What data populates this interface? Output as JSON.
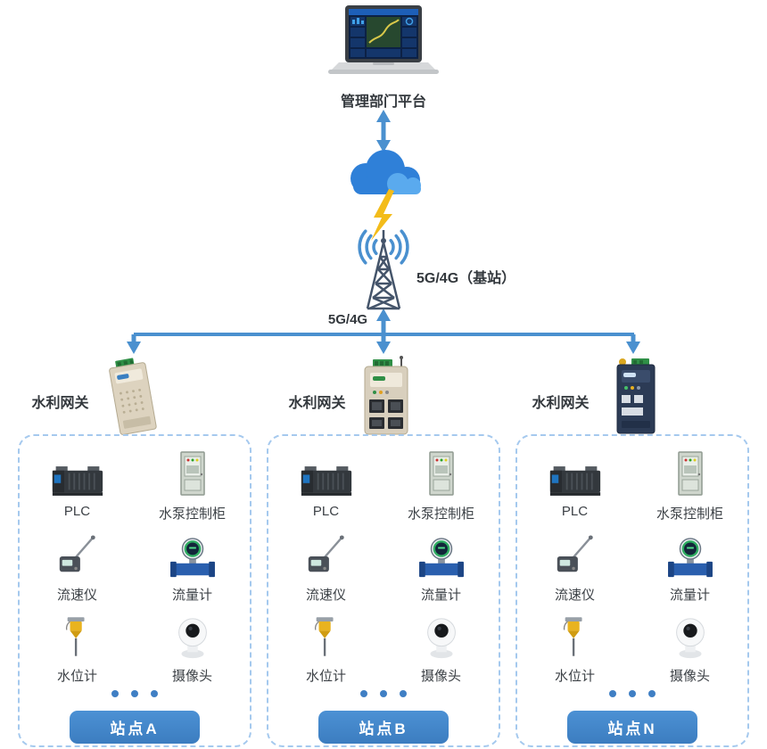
{
  "colors": {
    "accent_blue": "#4a90cf",
    "button_blue": "#4285c8",
    "dashed_border": "#a5c9ee",
    "dot_blue": "#3f7fc4",
    "text_dark": "#33383d"
  },
  "platform": {
    "label": "管理部门平台",
    "icon": "laptop-dashboard-icon"
  },
  "network": {
    "cloud_icon": "cloud-icon",
    "lightning_icon": "lightning-bolt-icon",
    "tower_icon": "cell-tower-icon",
    "base_station_label": "5G/4G（基站）",
    "link_label": "5G/4G"
  },
  "gateways": [
    {
      "label": "水利网关",
      "icon": "gateway-device-icon"
    },
    {
      "label": "水利网关",
      "icon": "gateway-device-icon"
    },
    {
      "label": "水利网关",
      "icon": "gateway-device-icon"
    }
  ],
  "sites": [
    {
      "name": "站点A",
      "devices": [
        {
          "label": "PLC",
          "icon": "plc-icon"
        },
        {
          "label": "水泵控制柜",
          "icon": "pump-control-cabinet-icon"
        },
        {
          "label": "流速仪",
          "icon": "flow-velocity-meter-icon"
        },
        {
          "label": "流量计",
          "icon": "flow-meter-icon"
        },
        {
          "label": "水位计",
          "icon": "water-level-gauge-icon"
        },
        {
          "label": "摄像头",
          "icon": "camera-icon"
        }
      ]
    },
    {
      "name": "站点B",
      "devices": [
        {
          "label": "PLC",
          "icon": "plc-icon"
        },
        {
          "label": "水泵控制柜",
          "icon": "pump-control-cabinet-icon"
        },
        {
          "label": "流速仪",
          "icon": "flow-velocity-meter-icon"
        },
        {
          "label": "流量计",
          "icon": "flow-meter-icon"
        },
        {
          "label": "水位计",
          "icon": "water-level-gauge-icon"
        },
        {
          "label": "摄像头",
          "icon": "camera-icon"
        }
      ]
    },
    {
      "name": "站点N",
      "devices": [
        {
          "label": "PLC",
          "icon": "plc-icon"
        },
        {
          "label": "水泵控制柜",
          "icon": "pump-control-cabinet-icon"
        },
        {
          "label": "流速仪",
          "icon": "flow-velocity-meter-icon"
        },
        {
          "label": "流量计",
          "icon": "flow-meter-icon"
        },
        {
          "label": "水位计",
          "icon": "water-level-gauge-icon"
        },
        {
          "label": "摄像头",
          "icon": "camera-icon"
        }
      ]
    }
  ]
}
